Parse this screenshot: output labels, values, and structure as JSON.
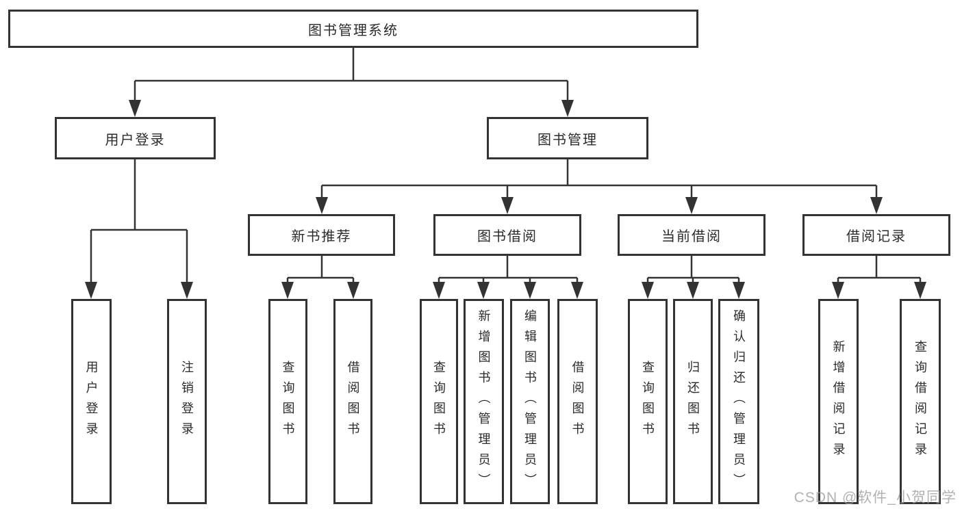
{
  "tree": {
    "root": "图书管理系统",
    "branches": [
      {
        "label": "用户登录",
        "leaves": [
          "用户登录",
          "注销登录"
        ]
      },
      {
        "label": "图书管理",
        "groups": [
          {
            "label": "新书推荐",
            "leaves": [
              "查询图书",
              "借阅图书"
            ]
          },
          {
            "label": "图书借阅",
            "leaves": [
              "查询图书",
              "新增图书（管理员）",
              "编辑图书（管理员）",
              "借阅图书"
            ]
          },
          {
            "label": "当前借阅",
            "leaves": [
              "查询图书",
              "归还图书",
              "确认归还（管理员）"
            ]
          },
          {
            "label": "借阅记录",
            "leaves": [
              "新增借阅记录",
              "查询借阅记录"
            ]
          }
        ]
      }
    ]
  },
  "watermark": "CSDN @软件_小贺同学",
  "colors": {
    "line": "#333333",
    "box_border": "#333333",
    "text": "#2b2b2b",
    "watermark": "#9e9e9e",
    "background": "#ffffff"
  }
}
